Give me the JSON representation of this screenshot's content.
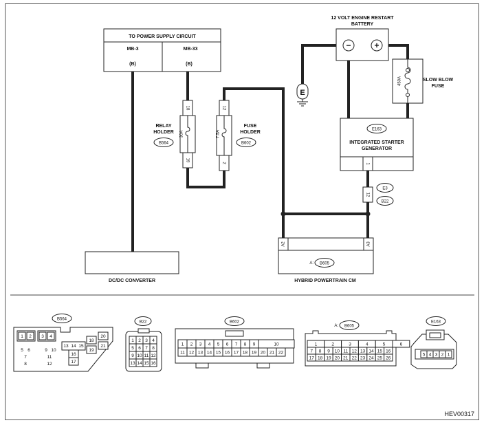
{
  "diagram_id": "HEV00317",
  "power_supply": {
    "title": "TO POWER SUPPLY CIRCUIT",
    "left_label": "MB-3",
    "left_pin": "(B)",
    "right_label": "MB-33",
    "right_pin": "(B)"
  },
  "battery": {
    "title_line1": "12 VOLT ENGINE RESTART",
    "title_line2": "BATTERY",
    "neg_symbol": "−",
    "pos_symbol": "+"
  },
  "ground": {
    "label": "E"
  },
  "slow_blow_fuse": {
    "rating": "450A",
    "label_line1": "SLOW BLOW",
    "label_line2": "FUSE"
  },
  "relay_holder": {
    "label_line1": "RELAY",
    "label_line2": "HOLDER",
    "connector": "B564",
    "rating": "30A",
    "pin_top": "18",
    "pin_bottom": "19"
  },
  "fuse_holder": {
    "label_line1": "FUSE",
    "label_line2": "HOLDER",
    "connector": "B602",
    "rating": "7.5A",
    "pin_top": "12",
    "pin_bottom": "2"
  },
  "starter_generator": {
    "connector": "E163",
    "title_line1": "INTEGRATED STARTER",
    "title_line2": "GENERATOR",
    "pin": "1"
  },
  "joint_connector": {
    "pin": "12",
    "top_label": "E3",
    "bottom_label": "B22"
  },
  "dcdc": {
    "label": "DC/DC CONVERTER"
  },
  "hybrid_cm": {
    "label": "HYBRID POWERTRAIN CM",
    "prefix": "A:",
    "connector": "B605",
    "pin_left": "A2",
    "pin_right": "A3"
  },
  "connector_views": {
    "b564": {
      "label": "B564",
      "pins": [
        "1",
        "2",
        "3",
        "4",
        "5",
        "6",
        "7",
        "8",
        "9",
        "10",
        "11",
        "12",
        "13",
        "14",
        "15",
        "16",
        "17",
        "18",
        "19",
        "20",
        "21"
      ]
    },
    "b22": {
      "label": "B22",
      "pins": [
        "1",
        "2",
        "3",
        "4",
        "5",
        "6",
        "7",
        "8",
        "9",
        "10",
        "11",
        "12",
        "13",
        "14",
        "15",
        "16"
      ]
    },
    "b602": {
      "label": "B602",
      "pins": [
        "1",
        "2",
        "3",
        "4",
        "5",
        "6",
        "7",
        "8",
        "9",
        "10",
        "11",
        "12",
        "13",
        "14",
        "15",
        "16",
        "17",
        "18",
        "19",
        "20",
        "21",
        "22"
      ]
    },
    "b605": {
      "label": "B605",
      "prefix": "A:",
      "pins": [
        "1",
        "2",
        "3",
        "4",
        "5",
        "6",
        "7",
        "8",
        "9",
        "10",
        "11",
        "12",
        "13",
        "14",
        "15",
        "16",
        "17",
        "18",
        "19",
        "20",
        "21",
        "22",
        "23",
        "24",
        "25",
        "26"
      ]
    },
    "e163": {
      "label": "E163",
      "pins": [
        "5",
        "4",
        "3",
        "2",
        "1"
      ]
    }
  }
}
